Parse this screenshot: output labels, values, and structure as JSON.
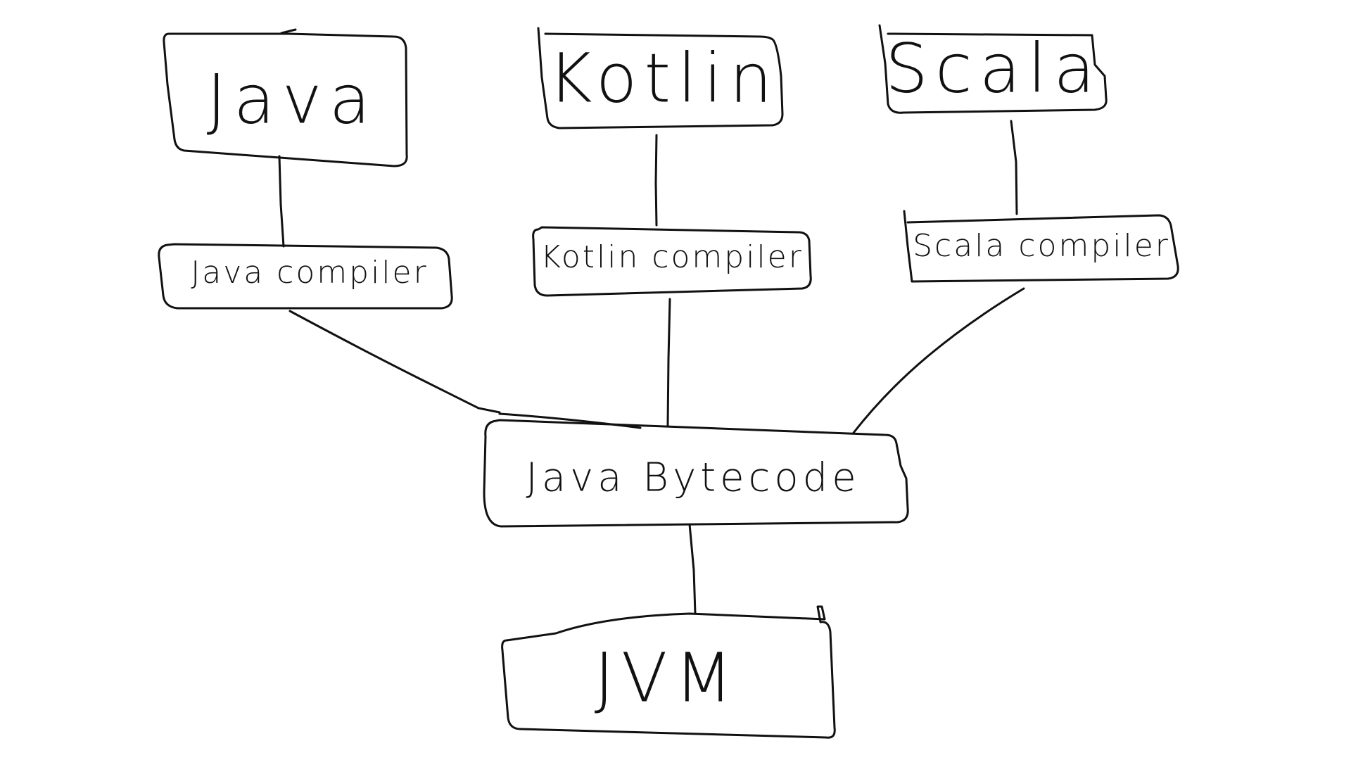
{
  "diagram": {
    "nodes": {
      "java": {
        "label": "Java"
      },
      "kotlin": {
        "label": "Kotlin"
      },
      "scala": {
        "label": "Scala"
      },
      "java_compiler": {
        "label": "Java compiler"
      },
      "kotlin_compiler": {
        "label": "Kotlin compiler"
      },
      "scala_compiler": {
        "label": "Scala compiler"
      },
      "java_bytecode": {
        "label": "Java Bytecode"
      },
      "jvm": {
        "label": "JVM"
      }
    },
    "edges": [
      {
        "from": "java",
        "to": "java_compiler"
      },
      {
        "from": "kotlin",
        "to": "kotlin_compiler"
      },
      {
        "from": "scala",
        "to": "scala_compiler"
      },
      {
        "from": "java_compiler",
        "to": "java_bytecode"
      },
      {
        "from": "kotlin_compiler",
        "to": "java_bytecode"
      },
      {
        "from": "scala_compiler",
        "to": "java_bytecode"
      },
      {
        "from": "java_bytecode",
        "to": "jvm"
      }
    ]
  }
}
